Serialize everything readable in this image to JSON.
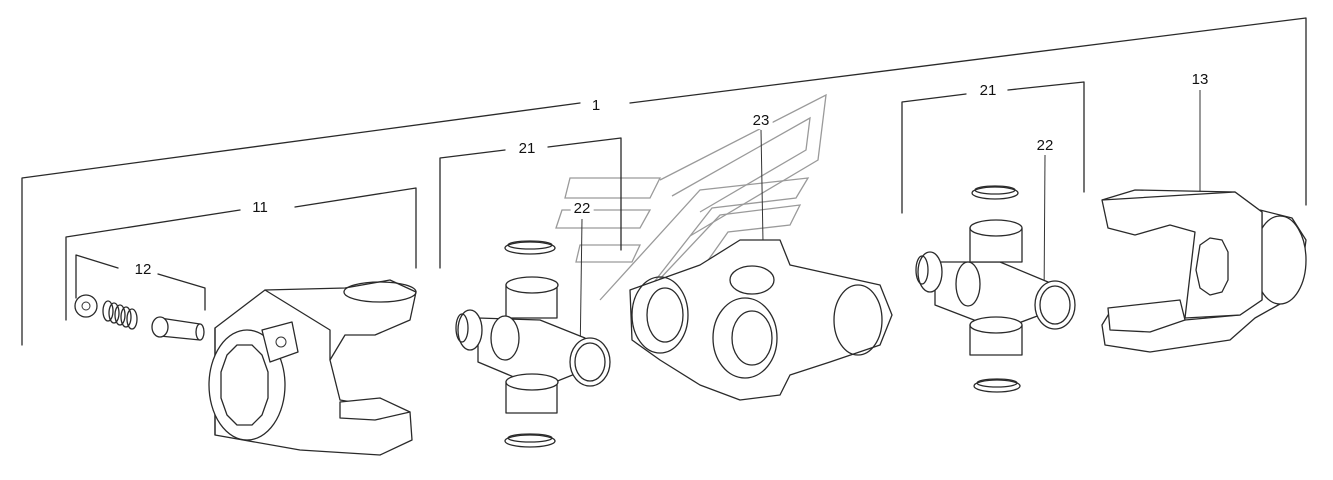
{
  "callouts": [
    {
      "id": "c1",
      "label": "1"
    },
    {
      "id": "c11",
      "label": "11"
    },
    {
      "id": "c12",
      "label": "12"
    },
    {
      "id": "c13",
      "label": "13"
    },
    {
      "id": "c21a",
      "label": "21"
    },
    {
      "id": "c21b",
      "label": "21"
    },
    {
      "id": "c22a",
      "label": "22"
    },
    {
      "id": "c22b",
      "label": "22"
    },
    {
      "id": "c23",
      "label": "23"
    }
  ],
  "parts": [
    "yoke-11",
    "yoke-13",
    "spring-kit-12",
    "cross-kit-21",
    "bearing-cap-22",
    "double-yoke-23",
    "snap-ring"
  ],
  "colors": {
    "line": "#2a2a2a",
    "watermark": "#9a9a9a",
    "background": "#ffffff"
  }
}
